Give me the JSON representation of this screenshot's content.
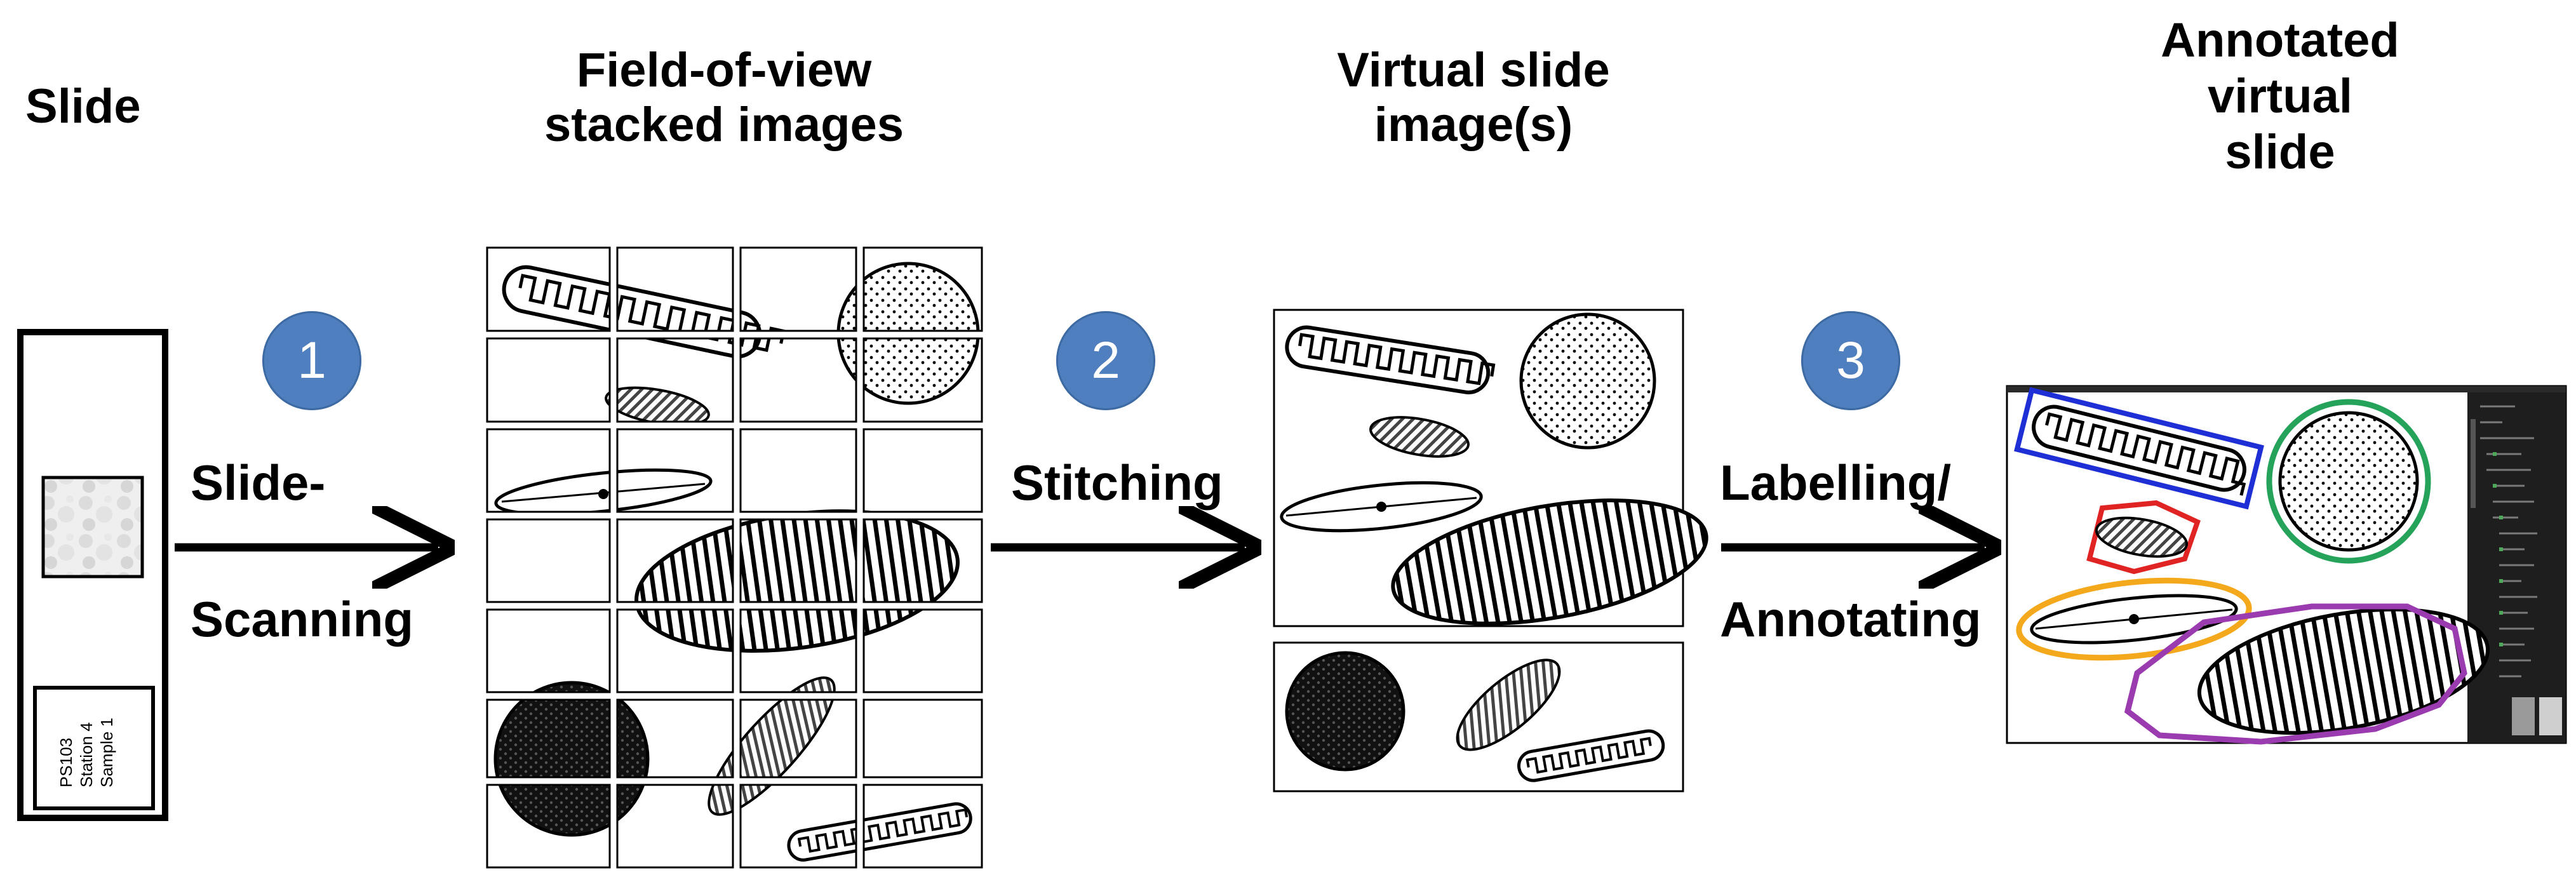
{
  "headers": {
    "slide": "Slide",
    "fov": "Field-of-view\nstacked images",
    "virtual": "Virtual slide\nimage(s)",
    "annotated": "Annotated\nvirtual\nslide"
  },
  "steps": [
    {
      "number": "1",
      "label_line1": "Slide-",
      "label_line2": "Scanning"
    },
    {
      "number": "2",
      "label_line1": "Stitching"
    },
    {
      "number": "3",
      "label_line1": "Labelling/",
      "label_line2": "Annotating"
    }
  ],
  "slide_label": {
    "line1": "PS103",
    "line2": "Station 4",
    "line3": "Sample 1"
  },
  "colors": {
    "step_circle": "#4f7fbe",
    "box_blue": "#1f2fd6",
    "box_green": "#25a35a",
    "box_red": "#e02424",
    "box_orange": "#f4a81c",
    "box_purple": "#9b3bb0"
  }
}
